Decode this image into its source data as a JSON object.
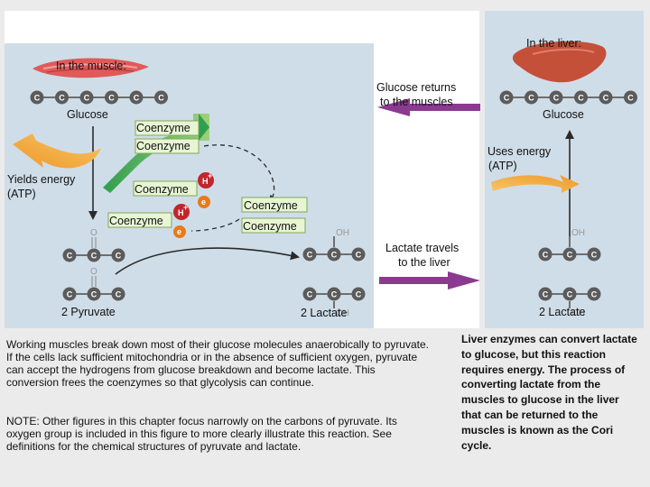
{
  "muscle": {
    "title": "In the muscle:",
    "glucose_label": "Glucose",
    "yields_energy": [
      "Yields energy",
      "(ATP)"
    ],
    "coenzymes": [
      "Coenzyme",
      "Coenzyme",
      "Coenzyme",
      "Coenzyme",
      "Coenzyme",
      "Coenzyme"
    ],
    "pyruvate_label": "2 Pyruvate",
    "lactate_label": "2 Lactate"
  },
  "transport": {
    "glucose_returns": [
      "Glucose returns",
      "to the muscles"
    ],
    "lactate_travels": [
      "Lactate travels",
      "to the liver"
    ]
  },
  "liver": {
    "title": "In the liver:",
    "glucose_label": "Glucose",
    "uses_energy": [
      "Uses energy",
      "(ATP)"
    ],
    "lactate_label": "2 Lactate"
  },
  "symbols": {
    "carbon": "C",
    "oxygen": "O",
    "oxygen_hydrogen": "OH",
    "hydrogen_ion": "H",
    "hydrogen_charge": "+",
    "electron": "e",
    "electron_charge": "-"
  },
  "captions": {
    "main": "Working muscles break down most of their glucose molecules anaerobically to pyruvate. If the cells lack sufficient mitochondria or in the absence of sufficient oxygen, pyruvate can accept the hydrogens from glucose breakdown and become lactate. This conversion frees the coenzymes so that glycolysis can continue.",
    "note": "NOTE: Other figures in this chapter focus narrowly on the carbons of pyruvate. Its oxygen group is included in this figure to more clearly illustrate this reaction. See definitions for the chemical structures of pyruvate and lactate.",
    "liver": "Liver enzymes can convert lactate to glucose, but this reaction requires energy. The process of converting lactate from the muscles to glucose in the liver that can be returned to the muscles is known as the Cori cycle."
  },
  "colors": {
    "panel": "#cfdde8",
    "panel_white": "#ffffff",
    "carbon": "#5b5b5b",
    "coenzyme_fill": "#e8f5d4",
    "coenzyme_border": "#7fa85a",
    "hydrogen": "#c0262c",
    "electron": "#e87a1c",
    "transport_arrow": "#8b3a8f",
    "energy_arrow": "#f2a93b",
    "muscle": "#e05a5a",
    "liver": "#c4503a"
  }
}
